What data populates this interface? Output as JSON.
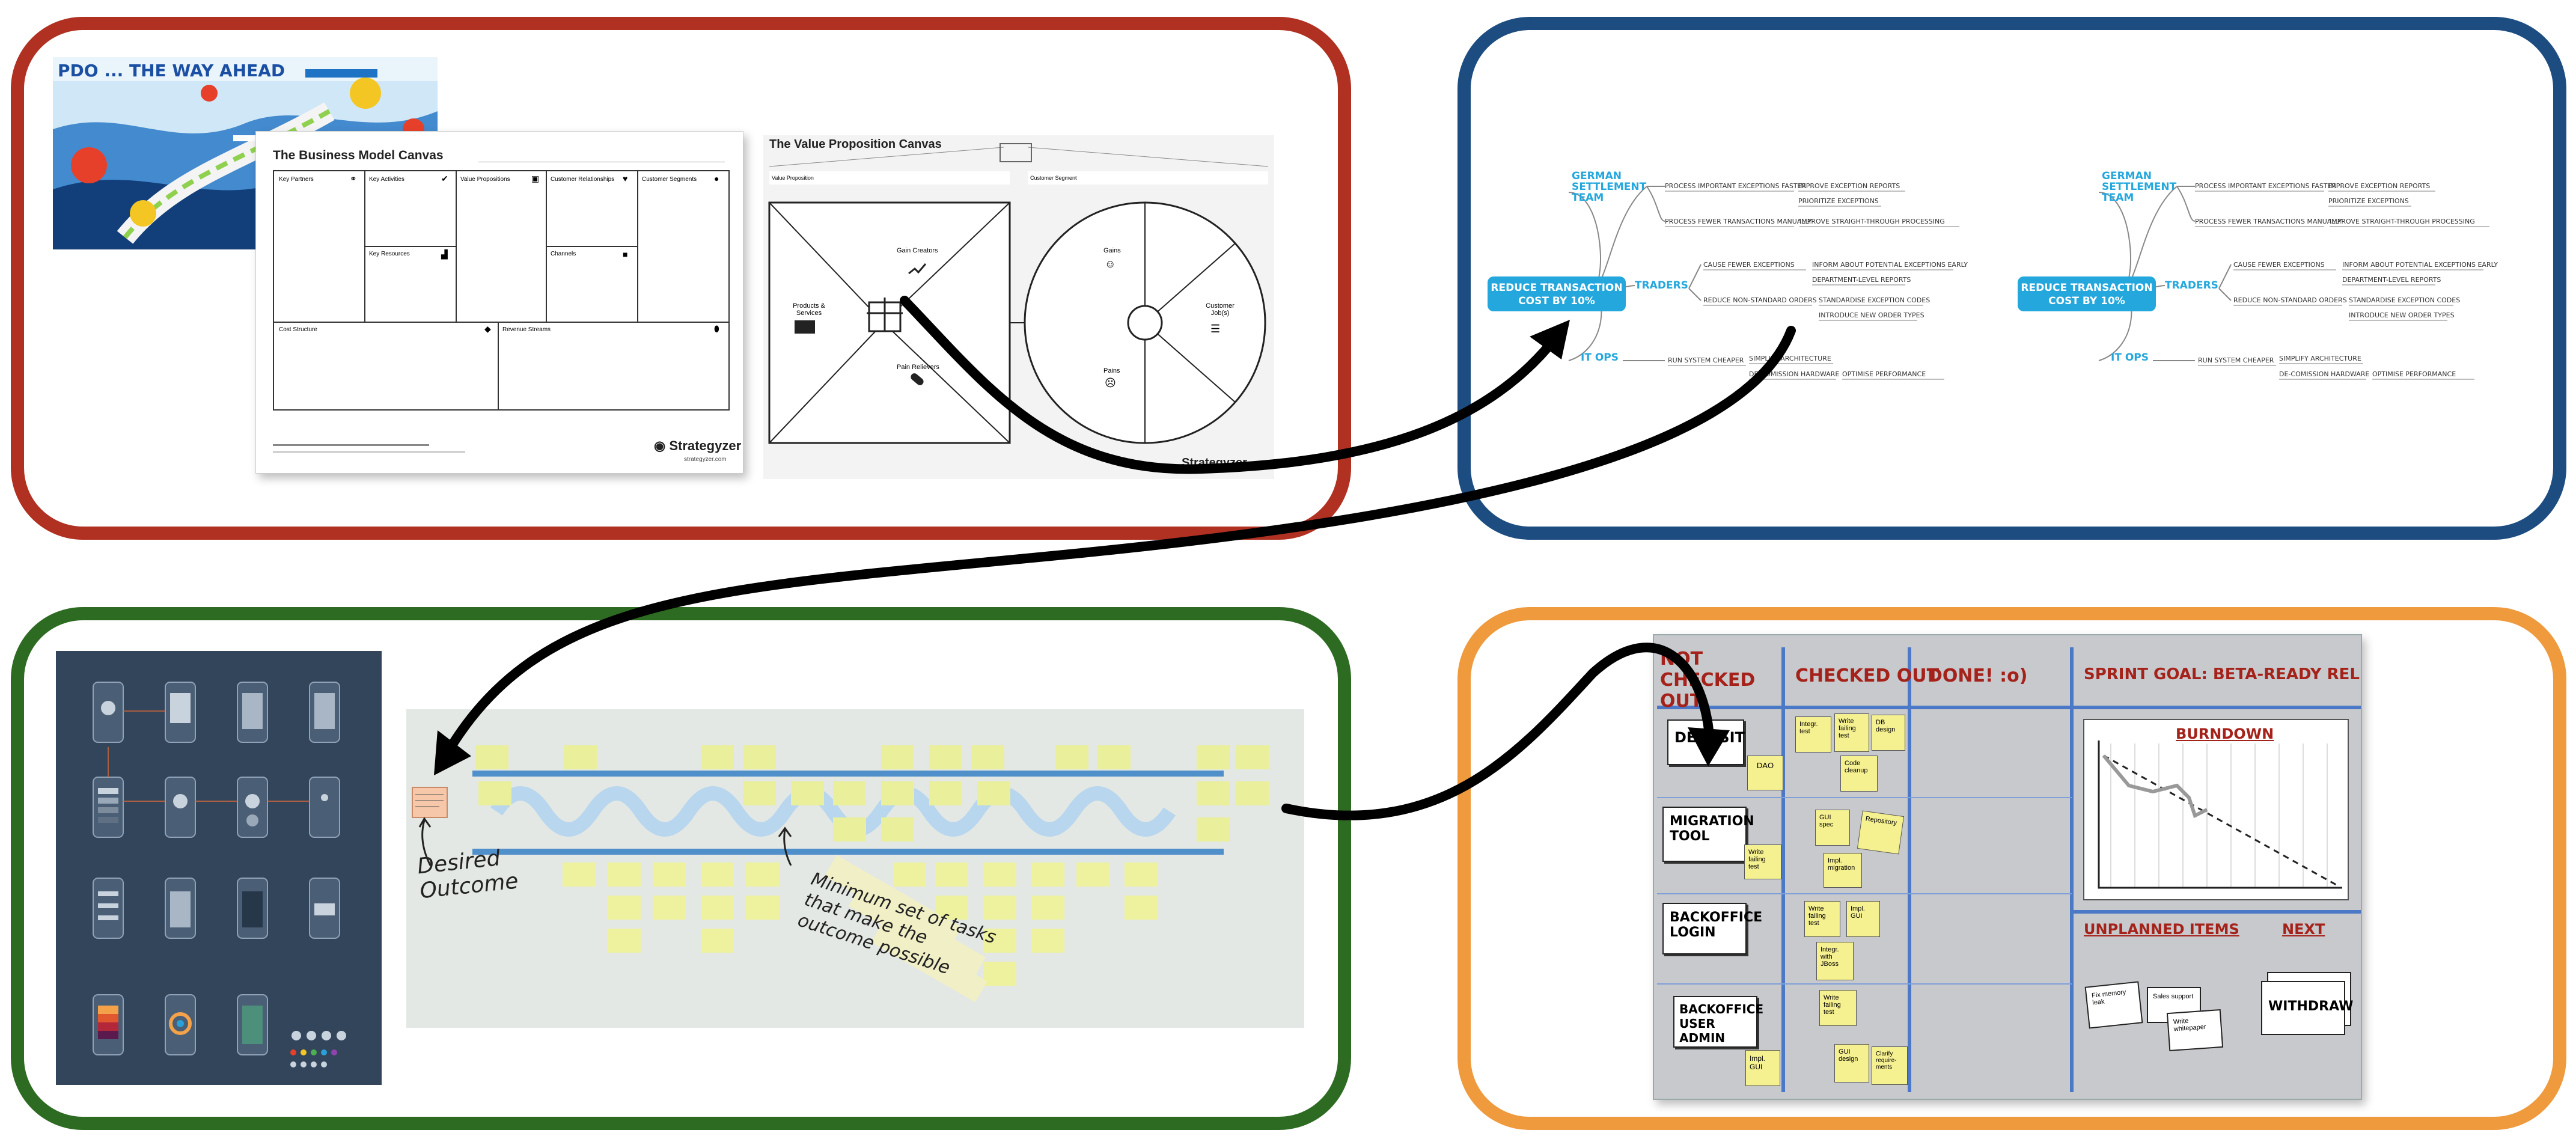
{
  "colors": {
    "panel_red": "#b03022",
    "panel_blue": "#1d4d80",
    "panel_green": "#2e6b22",
    "panel_orange": "#ef9a3d",
    "mindmap_blue": "#23a7dd",
    "kanban_red": "#a5221a",
    "kanban_blue": "#4b79c7",
    "sticky_yellow": "#f5f090"
  },
  "pdo": {
    "title": "PDO ... THE WAY AHEAD"
  },
  "bmc": {
    "title": "The Business Model Canvas",
    "cells": {
      "key_partners": "Key Partners",
      "key_activities": "Key Activities",
      "value_propositions": "Value Propositions",
      "customer_relationships": "Customer Relationships",
      "customer_segments": "Customer Segments",
      "key_resources": "Key Resources",
      "channels": "Channels",
      "cost_structure": "Cost Structure",
      "revenue_streams": "Revenue Streams"
    },
    "brand": "Strategyzer",
    "site": "strategyzer.com"
  },
  "vpc": {
    "title": "The Value Proposition Canvas",
    "value_proposition": "Value Proposition",
    "customer_segment": "Customer Segment",
    "gain_creators": "Gain Creators",
    "products": "Products & Services",
    "pain_relievers": "Pain Relievers",
    "gains": "Gains",
    "customer_jobs": "Customer Job(s)",
    "pains": "Pains",
    "brand": "Strategyzer"
  },
  "mindmap": {
    "center": "REDUCE TRANSACTION COST BY 10%",
    "branches": [
      {
        "label": "GERMAN SETTLEMENT TEAM",
        "nodes": [
          "PROCESS IMPORTANT EXCEPTIONS FASTER",
          "IMPROVE EXCEPTION REPORTS",
          "PRIORITIZE EXCEPTIONS",
          "PROCESS FEWER TRANSACTIONS MANUALLY",
          "IMPROVE STRAIGHT-THROUGH PROCESSING"
        ]
      },
      {
        "label": "TRADERS",
        "nodes": [
          "CAUSE FEWER EXCEPTIONS",
          "INFORM ABOUT POTENTIAL EXCEPTIONS EARLY",
          "DEPARTMENT-LEVEL REPORTS",
          "REDUCE NON-STANDARD ORDERS",
          "STANDARDISE EXCEPTION CODES",
          "INTRODUCE NEW ORDER TYPES"
        ]
      },
      {
        "label": "IT OPS",
        "nodes": [
          "RUN SYSTEM CHEAPER",
          "SIMPLIFY ARCHITECTURE",
          "DE-COMISSION HARDWARE",
          "OPTIMISE PERFORMANCE"
        ]
      }
    ]
  },
  "storymap": {
    "desired_outcome": "Desired Outcome",
    "minimum_set": "Minimum set of tasks that make the outcome possible"
  },
  "kanban": {
    "columns": [
      "NOT CHECKED OUT",
      "CHECKED OUT",
      "DONE! :o)"
    ],
    "sprint_goal": "SPRINT GOAL: BETA-READY RELEASE!",
    "burndown": "BURNDOWN",
    "unplanned": "UNPLANNED ITEMS",
    "next": "NEXT",
    "rows": [
      "DEPOSIT",
      "MIGRATION TOOL",
      "BACKOFFICE LOGIN",
      "BACKOFFICE USER ADMIN"
    ],
    "cards": {
      "dao": "DAO",
      "integrate_test": "Integr. test",
      "write_failing_test": "Write failing test",
      "db_design": "DB design",
      "code_cleanup": "Code cleanup",
      "gui_spec": "GUI spec",
      "repository": "Repository",
      "impl_migration": "Impl. migration",
      "impl_gui": "Impl. GUI",
      "integr_with_jboss": "Integr. with JBoss",
      "gui_design": "GUI design",
      "clarify_reqs": "Clarify require- ments",
      "withdraw": "WITHDRAW",
      "fix_memory_leak": "Fix memory leak",
      "sales_support": "Sales support",
      "write_whitepaper": "Write whitepaper"
    }
  }
}
